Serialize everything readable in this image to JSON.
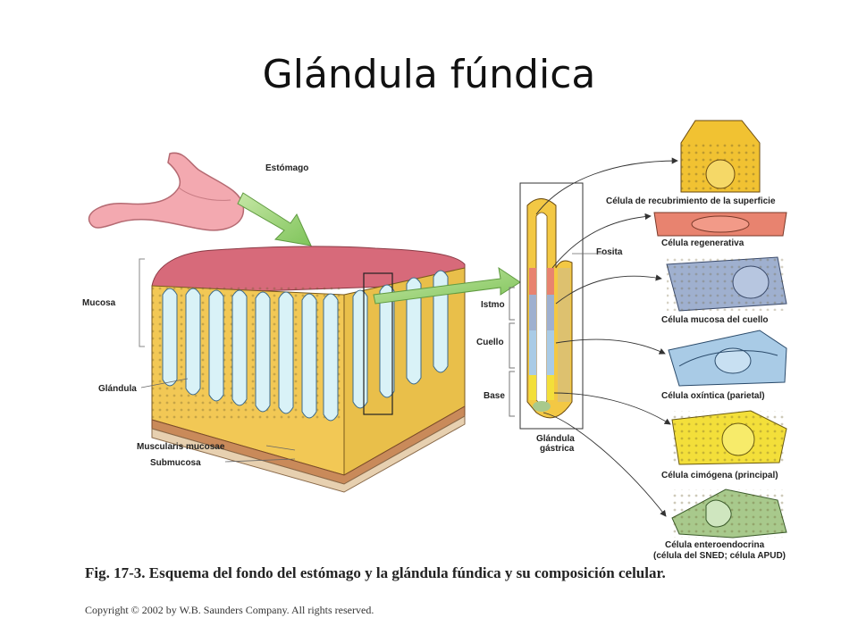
{
  "title": "Glándula fúndica",
  "labels": {
    "stomach": "Estómago",
    "mucosa": "Mucosa",
    "gland": "Glándula",
    "muscularis": "Muscularis mucosae",
    "submucosa": "Submucosa",
    "fosita": "Fosita",
    "istmo": "Istmo",
    "cuello": "Cuello",
    "base": "Base",
    "gastric_gland_line1": "Glándula",
    "gastric_gland_line2": "gástrica"
  },
  "cells": [
    {
      "label": "Célula de recubrimiento de la superficie",
      "color": "#f1c232"
    },
    {
      "label": "Célula regenerativa",
      "color": "#e8836f"
    },
    {
      "label": "Célula mucosa del cuello",
      "color": "#9fb0cf"
    },
    {
      "label": "Célula oxíntica (parietal)",
      "color": "#a9cbe6"
    },
    {
      "label": "Célula cimógena (principal)",
      "color": "#f3df3a"
    },
    {
      "label": "Célula enteroendocrina",
      "label2": "(célula del SNED; célula APUD)",
      "color": "#a8c98c"
    }
  ],
  "caption": {
    "fig": "Fig. 17-3.",
    "text": "Esquema del fondo del estómago y la glándula fúndica y su composición celular."
  },
  "copyright": "Copyright © 2002 by W.B. Saunders Company. All rights reserved."
}
